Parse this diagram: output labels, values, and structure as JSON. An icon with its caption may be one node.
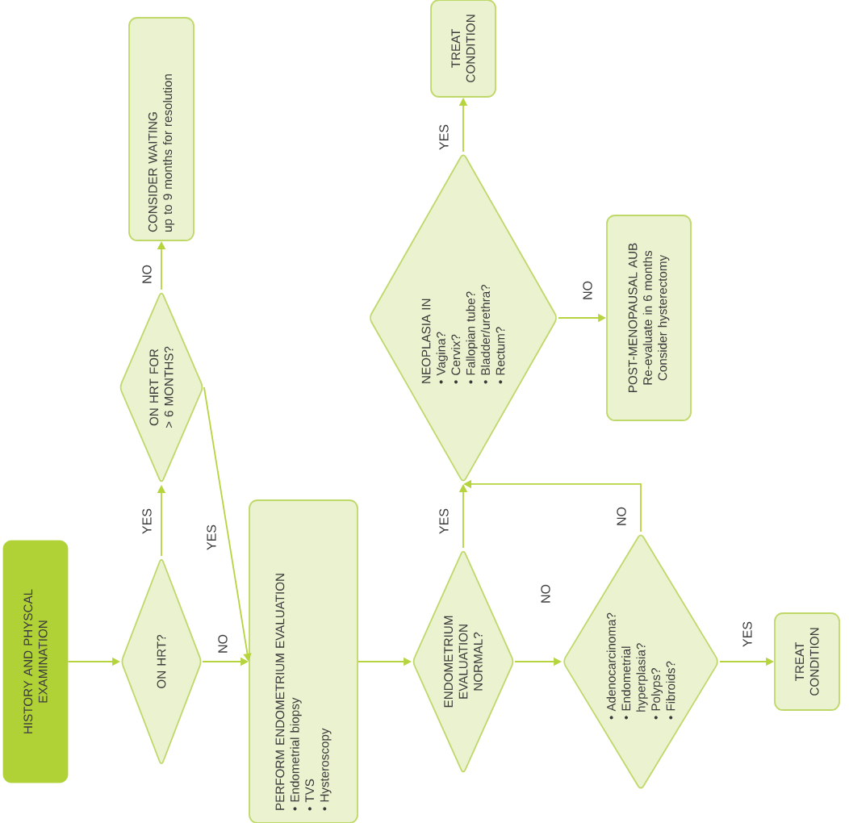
{
  "diagram": {
    "nodes": [
      {
        "text": [
          "HISTORY AND PHYSCAL EXAMINATION"
        ]
      },
      {
        "text": [
          "ON HRT?"
        ]
      },
      {
        "text": [
          "ON HRT FOR > 6 MONTHS?"
        ]
      },
      {
        "text": [
          "CONSIDER WAITING",
          "up to 9 months for resolution"
        ]
      },
      {
        "text": [
          "PERFORM ENDOMETRIUM EVALUATION",
          "• Endometrial biopsy",
          "• TVS",
          "• Hysteroscopy"
        ]
      },
      {
        "text": [
          "ENDOMETRIUM EVALUATION NORMAL?"
        ]
      },
      {
        "text": [
          "NEOPLASIA IN",
          "• Vagina?",
          "• Cervix?",
          "• Fallopian tube?",
          "• Bladder/urethra?",
          "• Rectum?"
        ]
      },
      {
        "text": [
          "TREAT CONDITION"
        ]
      },
      {
        "text": [
          "POST-MENOPAUSAL AUB",
          "Re-evaluate in 6 months",
          "Consider hysterectomy"
        ]
      },
      {
        "text": [
          "• Adenocarcinoma?",
          "• Endometrial hyperplasia?",
          "• Polyps?",
          "• Fibroids?"
        ]
      },
      {
        "text": [
          "TREAT CONDITION"
        ]
      }
    ],
    "edges": [
      {
        "from": 0,
        "to": 1,
        "arrow": "to"
      },
      {
        "from": 1,
        "to": 2,
        "arrow": "to",
        "label": "YES"
      },
      {
        "from": 1,
        "to": 4,
        "arrow": "to",
        "label": "NO"
      },
      {
        "from": 2,
        "to": 3,
        "arrow": "to",
        "label": "NO"
      },
      {
        "from": 2,
        "to": 4,
        "arrow": "to",
        "label": "YES"
      },
      {
        "from": 4,
        "to": 5,
        "arrow": "to"
      },
      {
        "from": 5,
        "to": 6,
        "arrow": "to",
        "label": "YES"
      },
      {
        "from": 5,
        "to": 9,
        "arrow": "to",
        "label": "NO"
      },
      {
        "from": 9,
        "to": 6,
        "arrow": "to",
        "label": "NO"
      },
      {
        "from": 6,
        "to": 7,
        "arrow": "to",
        "label": "YES"
      },
      {
        "from": 6,
        "to": 8,
        "arrow": "to",
        "label": "NO"
      },
      {
        "from": 9,
        "to": 10,
        "arrow": "to",
        "label": "YES"
      }
    ]
  }
}
